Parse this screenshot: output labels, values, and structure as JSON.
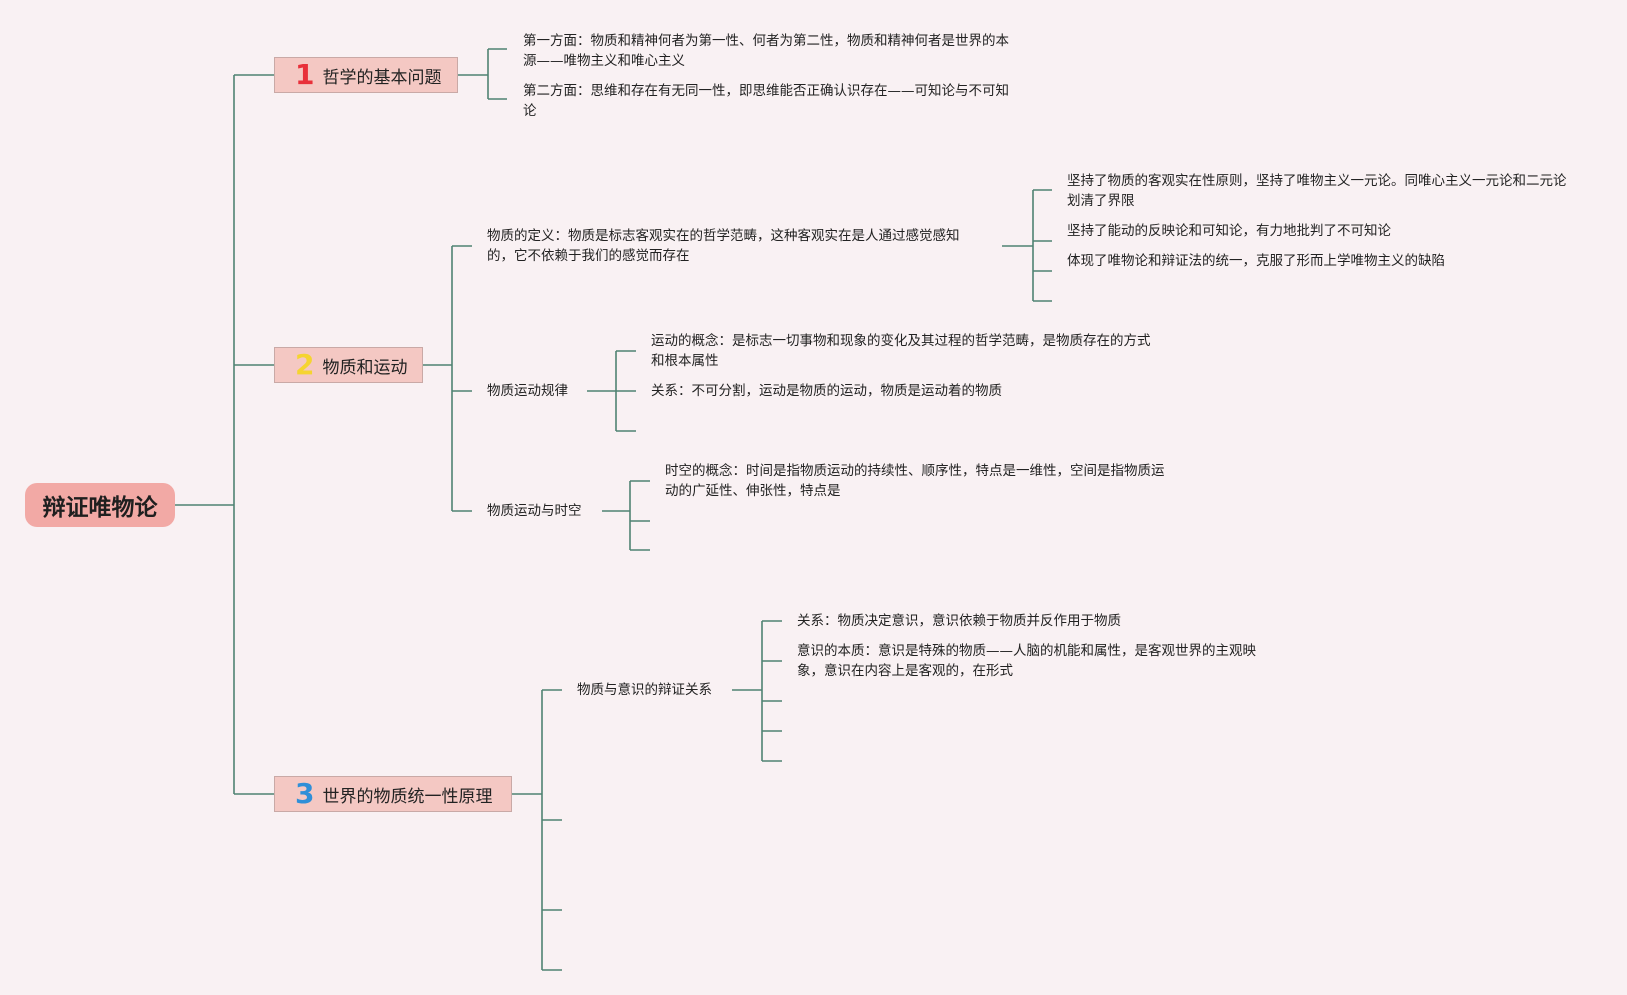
{
  "root": {
    "label": "辩证唯物论"
  },
  "topics": [
    {
      "number": "1",
      "number_color": "#e8303a",
      "label": "哲学的基本问题",
      "leaves": [
        "第一方面：物质和精神何者为第一性、何者为第二性，物质和精神何者是世界的本源——唯物主义和唯心主义",
        "第二方面：思维和存在有无同一性，即思维能否正确认识存在——可知论与不可知论"
      ]
    },
    {
      "number": "2",
      "number_color": "#f5d430",
      "label": "物质和运动",
      "subs": [
        {
          "label": "物质的定义：物质是标志客观实在的哲学范畴，这种客观实在是人通过感觉感知的，它不依赖于我们的感觉而存在",
          "leaves": [
            "坚持了物质的客观实在性原则，坚持了唯物主义一元论。同唯心主义一元论和二元论划清了界限",
            "坚持了能动的反映论和可知论，有力地批判了不可知论",
            "体现了唯物论和辩证法的统一，克服了形而上学唯物主义的缺陷",
            ""
          ]
        },
        {
          "label": "物质运动规律",
          "leaves": [
            "运动的概念：是标志一切事物和现象的变化及其过程的哲学范畴，是物质存在的方式和根本属性",
            "关系：不可分割，运动是物质的运动，物质是运动着的物质",
            ""
          ]
        },
        {
          "label": "物质运动与时空",
          "leaves": [
            "时空的概念：时间是指物质运动的持续性、顺序性，特点是一维性，空间是指物质运动的广延性、伸张性，特点是",
            "",
            ""
          ]
        }
      ]
    },
    {
      "number": "3",
      "number_color": "#2f8fd8",
      "label": "世界的物质统一性原理",
      "subs": [
        {
          "label": "物质与意识的辩证关系",
          "leaves": [
            "关系：物质决定意识，意识依赖于物质并反作用于物质",
            "意识的本质：意识是特殊的物质——人脑的机能和属性，是客观世界的主观映象，意识在内容上是客观的，在形式",
            "",
            "",
            ""
          ]
        },
        {
          "label": ""
        },
        {
          "label": ""
        },
        {
          "label": ""
        }
      ]
    }
  ],
  "colors": {
    "background": "#f9f1f3",
    "link": "#4f8373",
    "root_fill": "#f2a9a5",
    "topic_fill": "#f4c8c3"
  }
}
